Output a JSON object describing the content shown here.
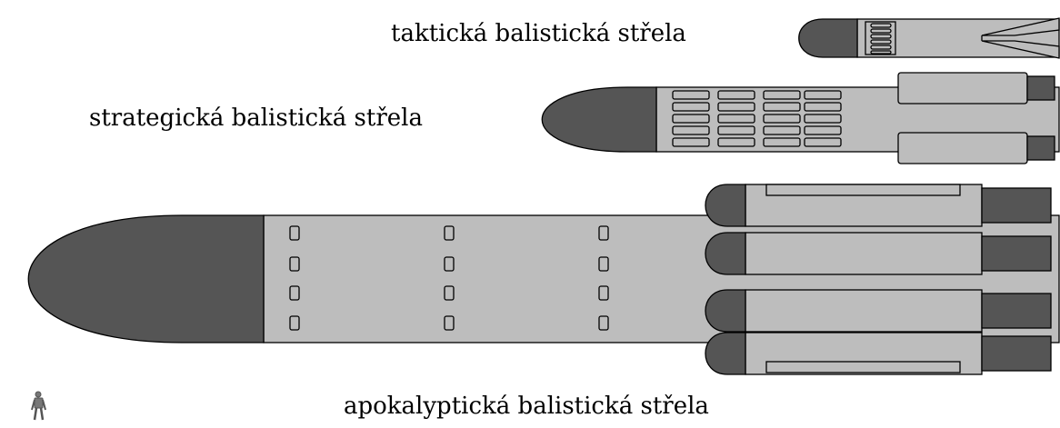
{
  "labels": {
    "tactical": "taktická balistická střela",
    "strategic": "strategická balistická střela",
    "apocalyptic": "apokalyptická balistická střela"
  },
  "colors": {
    "body": "#bdbdbd",
    "nose": "#555555",
    "outline": "#000000",
    "background": "#ffffff"
  },
  "icons": {
    "scale_figure": "human-figure-icon"
  }
}
